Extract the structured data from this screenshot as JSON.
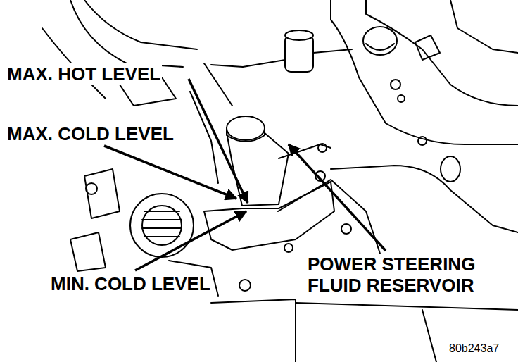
{
  "diagram": {
    "labels": [
      "MAX. HOT LEVEL",
      "MAX. COLD LEVEL",
      "MIN. COLD LEVEL",
      "POWER STEERING FLUID RESERVOIR",
      "80b243a7"
    ]
  }
}
